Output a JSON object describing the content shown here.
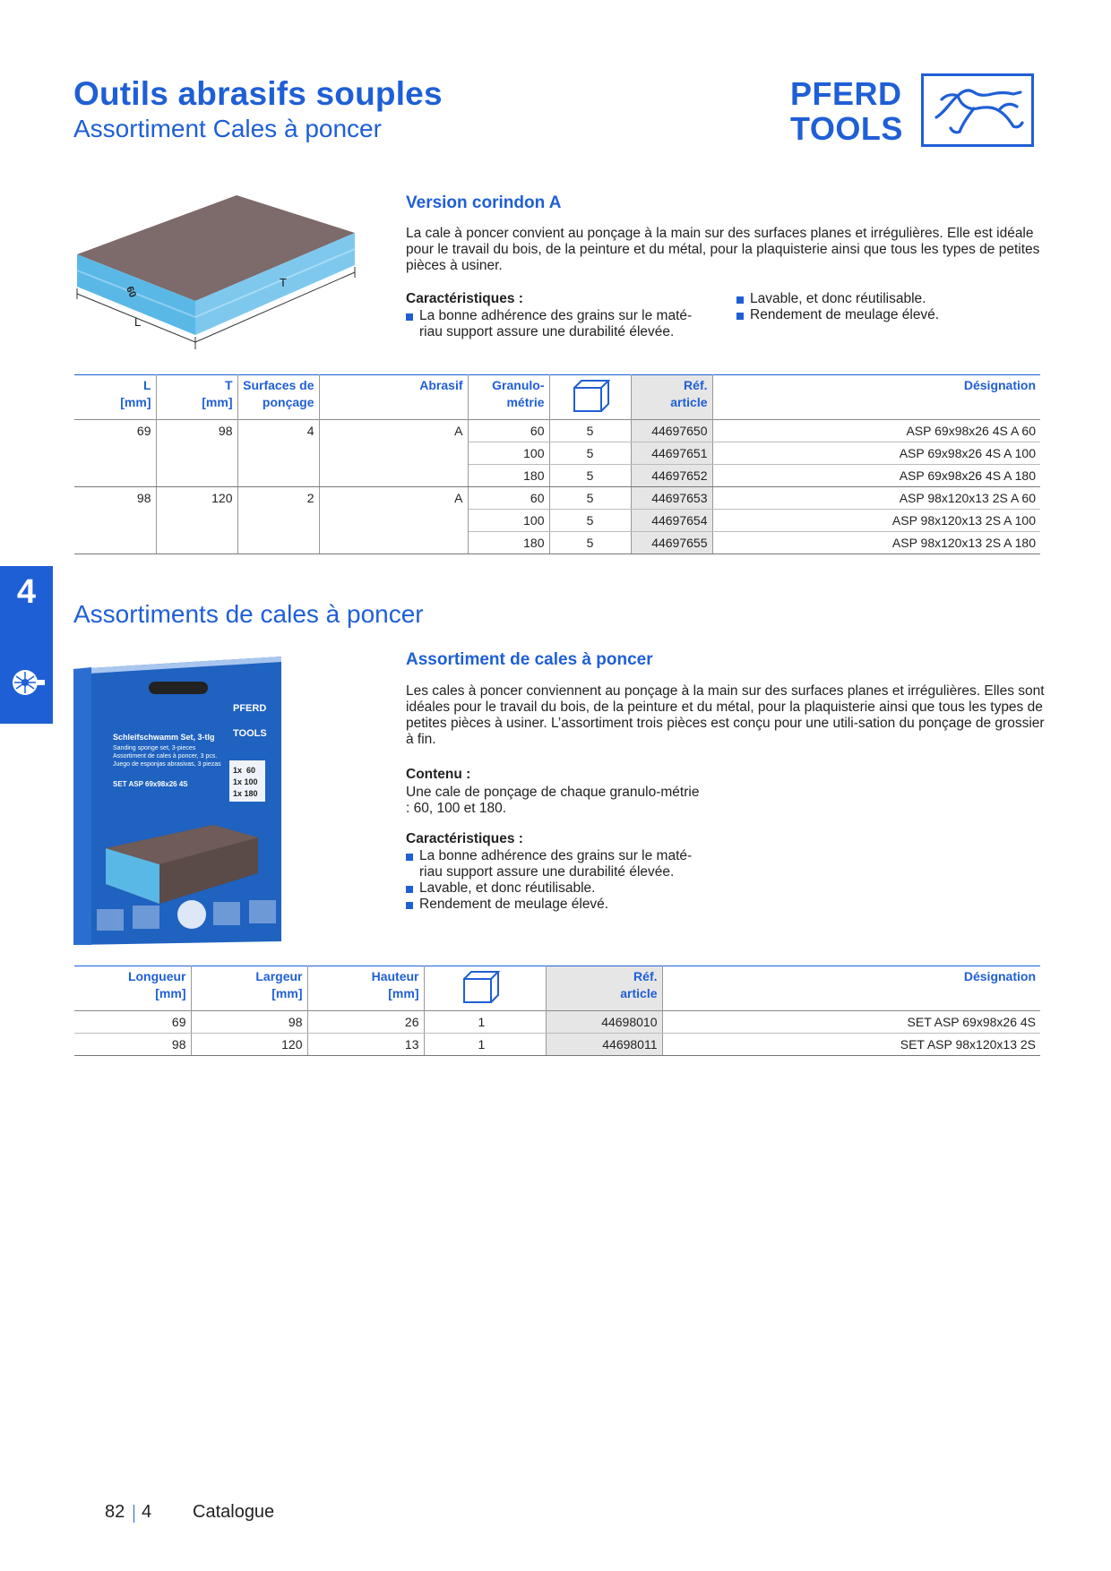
{
  "header": {
    "title": "Outils abrasifs souples",
    "subtitle": "Assortiment Cales à poncer",
    "logo_line1": "PFERD",
    "logo_line2": "TOOLS"
  },
  "side_tab": {
    "number": "4"
  },
  "section1": {
    "heading": "Version corindon A",
    "description": "La cale à poncer convient au ponçage à la main sur des surfaces planes et irrégulières. Elle est idéale pour le travail du bois, de la peinture et du métal, pour la plaquisterie ainsi que tous les types de petites pièces à usiner.",
    "features_label": "Caractéristiques :",
    "features_left": [
      "La bonne adhérence des grains sur le maté-riau support assure une durabilité élevée."
    ],
    "features_right": [
      "Lavable, et donc réutilisable.",
      "Rendement de meulage élevé."
    ],
    "image_labels": {
      "l": "L",
      "t": "T",
      "grit": "60"
    }
  },
  "table1": {
    "headers": [
      "L\n[mm]",
      "T\n[mm]",
      "Surfaces de\nponçage",
      "Abrasif",
      "Granulo-\nmétrie",
      "",
      "Réf.\narticle",
      "Désignation"
    ],
    "rows": [
      [
        "69",
        "98",
        "4",
        "A",
        "60",
        "5",
        "44697650",
        "ASP 69x98x26 4S A 60"
      ],
      [
        "",
        "",
        "",
        "",
        "100",
        "5",
        "44697651",
        "ASP 69x98x26 4S A 100"
      ],
      [
        "",
        "",
        "",
        "",
        "180",
        "5",
        "44697652",
        "ASP 69x98x26 4S A 180"
      ],
      [
        "98",
        "120",
        "2",
        "A",
        "60",
        "5",
        "44697653",
        "ASP 98x120x13 2S A 60"
      ],
      [
        "",
        "",
        "",
        "",
        "100",
        "5",
        "44697654",
        "ASP 98x120x13 2S A 100"
      ],
      [
        "",
        "",
        "",
        "",
        "180",
        "5",
        "44697655",
        "ASP 98x120x13 2S A 180"
      ]
    ]
  },
  "section2": {
    "title": "Assortiments de cales à poncer",
    "heading": "Assortiment de cales à poncer",
    "description": "Les cales à poncer conviennent au ponçage à la main sur des surfaces planes et irrégulières. Elles sont idéales pour le travail du bois, de la peinture et du métal, pour la plaquisterie ainsi que tous les types de petites pièces à usiner. L’assortiment trois pièces est conçu pour une utili-sation du ponçage de grossier à fin.",
    "contents_label": "Contenu :",
    "contents_text": "Une cale de ponçage de chaque granulo-métrie : 60, 100 et 180.",
    "features_label": "Caractéristiques :",
    "features": [
      "La bonne adhérence des grains sur le maté-riau support assure une durabilité élevée.",
      "Lavable, et donc réutilisable.",
      "Rendement de meulage élevé."
    ],
    "package_texts": {
      "brand1": "PFERD",
      "brand2": "TOOLS",
      "line1": "Schleifschwamm Set, 3-tlg",
      "line2": "Sanding sponge set, 3-pieces",
      "line3": "Assortiment de cales à poncer, 3 pcs.",
      "line4": "Juego de esponjas abrasivas, 3 piezas",
      "line5": "SET ASP 69x98x26 4S",
      "qty1": "1x  60",
      "qty2": "1x 100",
      "qty3": "1x 180"
    }
  },
  "table2": {
    "headers": [
      "Longueur\n[mm]",
      "Largeur\n[mm]",
      "Hauteur\n[mm]",
      "",
      "Réf.\narticle",
      "Désignation"
    ],
    "rows": [
      [
        "69",
        "98",
        "26",
        "1",
        "44698010",
        "SET ASP 69x98x26 4S"
      ],
      [
        "98",
        "120",
        "13",
        "1",
        "44698011",
        "SET ASP 98x120x13 2S"
      ]
    ]
  },
  "footer": {
    "page": "82",
    "chapter": "4",
    "label": "Catalogue"
  },
  "colors": {
    "accent": "#1f5fd6",
    "sponge_blue": "#5ab8e6",
    "grit": "#7d6a6a"
  }
}
